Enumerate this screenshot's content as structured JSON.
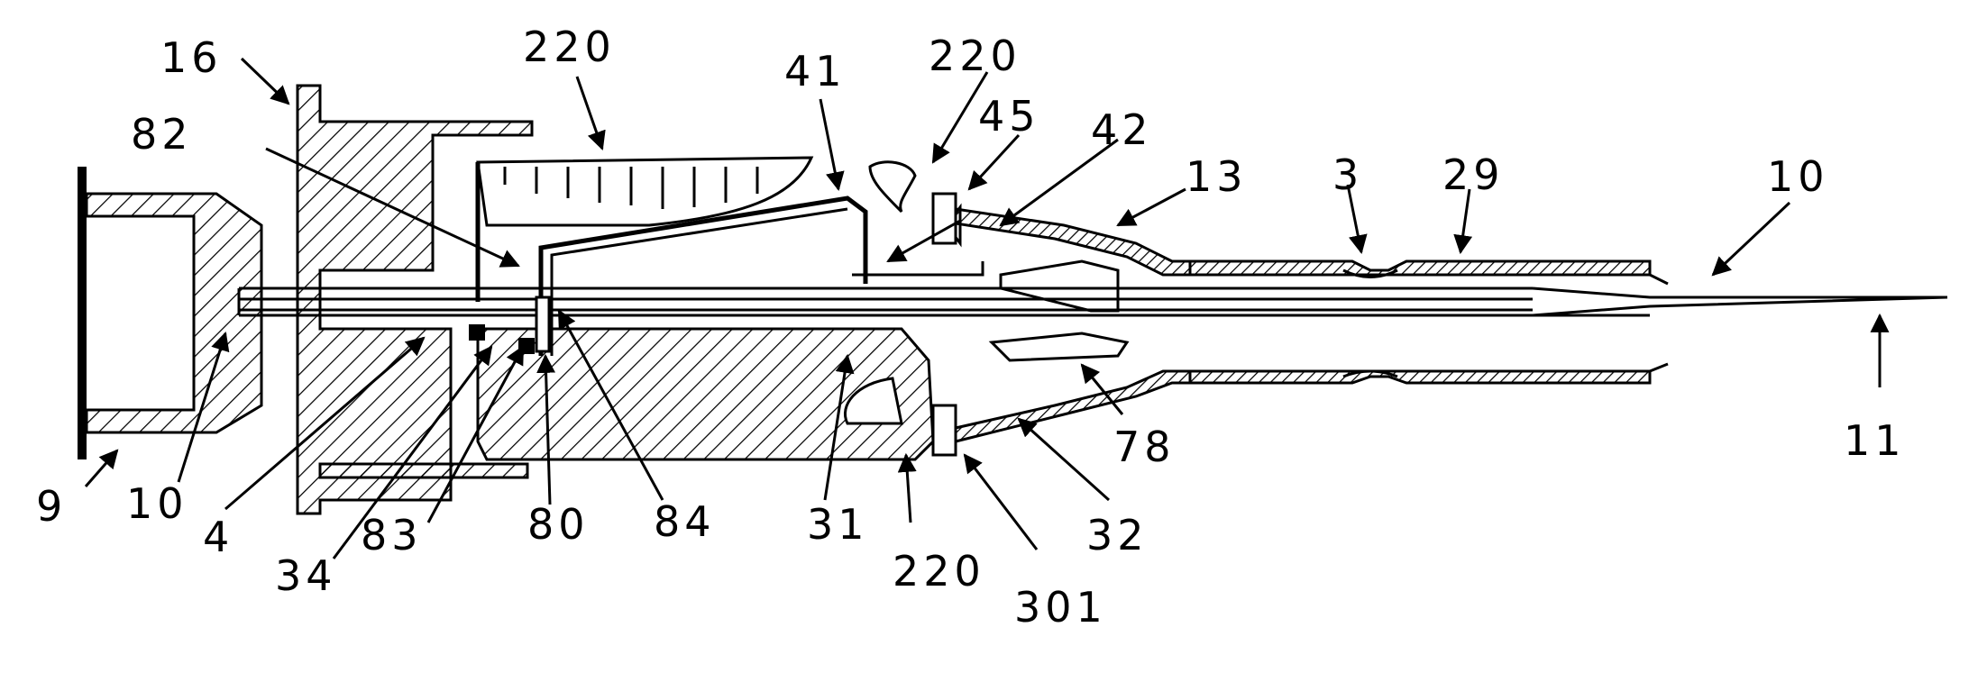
{
  "labels": {
    "l16": "16",
    "l220a": "220",
    "l41": "41",
    "l220b": "220",
    "l45": "45",
    "l42": "42",
    "l82": "82",
    "l13": "13",
    "l3": "3",
    "l29": "29",
    "l10a": "10",
    "l78": "78",
    "l11": "11",
    "l9": "9",
    "l10b": "10",
    "l4": "4",
    "l34": "34",
    "l83": "83",
    "l80": "80",
    "l84": "84",
    "l31": "31",
    "l220c": "220",
    "l32": "32",
    "l301": "301"
  }
}
